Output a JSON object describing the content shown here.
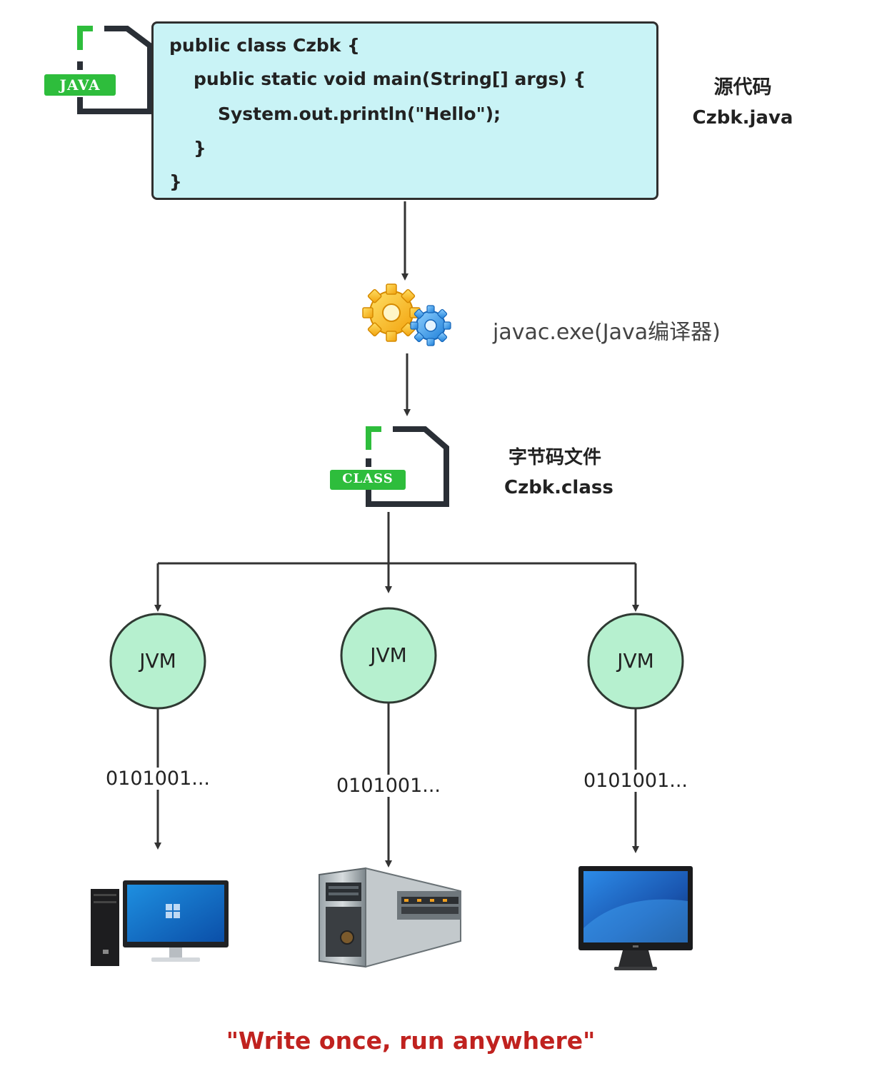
{
  "source": {
    "badge": "JAVA",
    "code_lines": [
      "public class Czbk {",
      "public static void main(String[] args) {",
      "System.out.println(\"Hello\");",
      "}",
      "}"
    ],
    "title": "源代码",
    "filename": "Czbk.java"
  },
  "compiler": {
    "icon": "gears-icon",
    "label": "javac.exe(Java编译器)"
  },
  "bytecode": {
    "badge": "CLASS",
    "title": "字节码文件",
    "filename": "Czbk.class"
  },
  "platforms": [
    {
      "jvm": "JVM",
      "binary": "0101001...",
      "device": "windows-pc-icon"
    },
    {
      "jvm": "JVM",
      "binary": "0101001...",
      "device": "server-icon"
    },
    {
      "jvm": "JVM",
      "binary": "0101001...",
      "device": "mac-monitor-icon"
    }
  ],
  "motto": "\"Write once, run anywhere\"",
  "colors": {
    "code_bg": "#c9f3f6",
    "jvm_fill": "#b6f0cf",
    "badge_green": "#2ebd3c",
    "motto_red": "#c0221f"
  }
}
